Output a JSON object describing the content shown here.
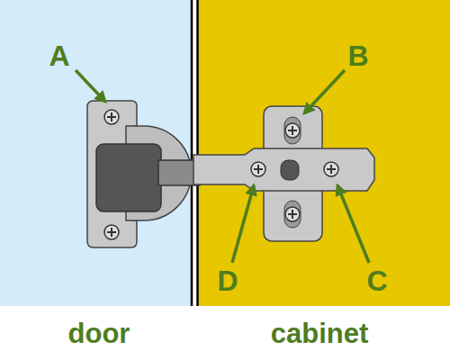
{
  "diagram": {
    "labels": [
      "A",
      "B",
      "C",
      "D",
      "door",
      "cabinet"
    ]
  }
}
